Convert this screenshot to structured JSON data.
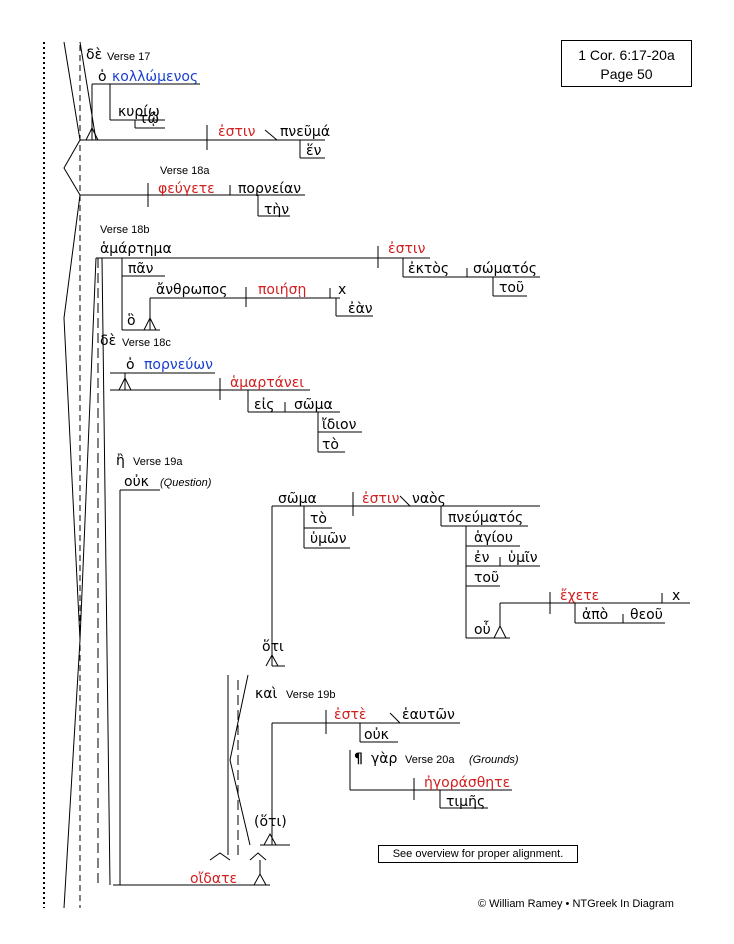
{
  "reference": {
    "line1": "1 Cor. 6:17-20a",
    "line2": "Page 50"
  },
  "overview_note": "See overview for proper alignment.",
  "copyright": "© William Ramey • NTGreek In Diagram",
  "verses": {
    "v17": "Verse 17",
    "v18a": "Verse 18a",
    "v18b": "Verse 18b",
    "v18c": "Verse 18c",
    "v19a": "Verse 19a",
    "v19b": "Verse 19b",
    "v20a": "Verse 20a"
  },
  "notes": {
    "question": "(Question)",
    "grounds": "(Grounds)"
  },
  "words": {
    "de1": "δὲ",
    "ho1": "ὁ",
    "kollomenos": "κολλώμενος",
    "kurio": "κυρίῳ",
    "to1": "τῷ",
    "estin1": "ἐστιν",
    "pneuma": "πνεῦμά",
    "hen": "ἕν",
    "feugete": "φεύγετε",
    "porneian": "πορνείαν",
    "ten": "τὴν",
    "hamartema": "ἁμάρτημα",
    "pan": "πᾶν",
    "anthropos": "ἄνθρωπος",
    "poiese": "ποιήσῃ",
    "x1": "x",
    "ean": "ἐὰν",
    "ho2": "ὃ",
    "estin2": "ἐστιν",
    "ektos": "ἐκτὸς",
    "somatos": "σώματός",
    "tou1": "τοῦ",
    "de2": "δὲ",
    "ho3": "ὁ",
    "porneuon": "πορνεύων",
    "hamartanei": "ἁμαρτάνει",
    "eis": "εἰς",
    "soma1": "σῶμα",
    "idion": "ἴδιον",
    "to2": "τὸ",
    "e": "ἢ",
    "ouk1": "οὐκ",
    "soma2": "σῶμα",
    "estin3": "ἐστιν",
    "naos": "ναὸς",
    "to3": "τὸ",
    "humon1": "ὑμῶν",
    "pneumatos": "πνεύματός",
    "hagiou": "ἁγίου",
    "en": "ἐν",
    "humin": "ὑμῖν",
    "tou2": "τοῦ",
    "echete": "ἔχετε",
    "x2": "x",
    "apo": "ἀπὸ",
    "theou": "θεοῦ",
    "hou": "οὗ",
    "hoti1": "ὅτι",
    "kai": "καὶ",
    "este": "ἐστὲ",
    "heauton": "ἑαυτῶν",
    "ouk2": "οὐκ",
    "para": "¶",
    "gar": "γὰρ",
    "egorasthete": "ἠγοράσθητε",
    "times": "τιμῆς",
    "hoti2": "(ὅτι)",
    "oidate": "οἴδατε"
  }
}
